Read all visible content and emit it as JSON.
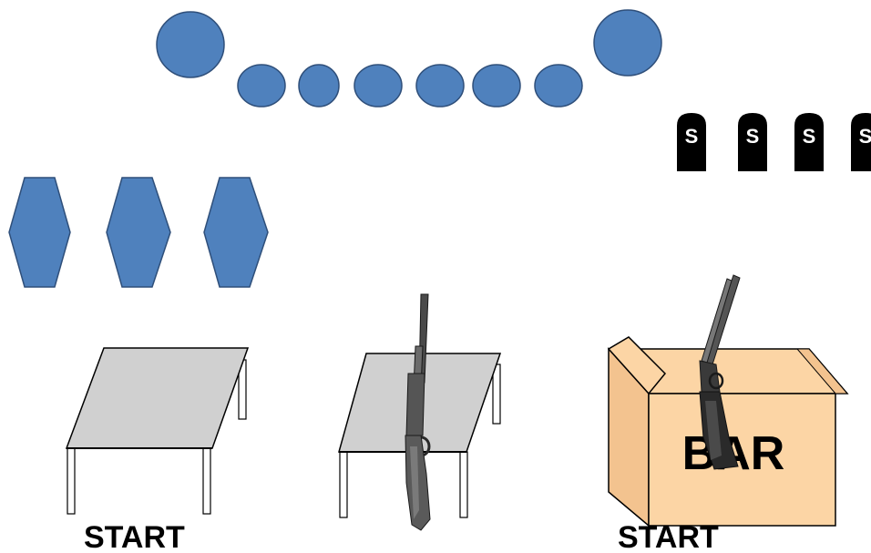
{
  "diagram": {
    "colors": {
      "target_fill": "#4f81bd",
      "target_stroke": "#2f4f7a",
      "table_top": "#d0d0d0",
      "box_fill": "#fcd5a5",
      "box_stroke": "#000000",
      "stake_fill": "#000000",
      "stake_text": "#ffffff"
    },
    "plate_targets": {
      "count": 8,
      "icon": "round-steel-plate"
    },
    "plate_rack": {
      "count": 6,
      "icon": "small-round-plate"
    },
    "shotgun_knockdowns": {
      "count": 4,
      "label": "S",
      "icon": "shotgun-knockdown"
    },
    "pistol_targets": {
      "count": 3,
      "icon": "hexagon-target"
    },
    "props": {
      "table_left": "table",
      "table_rifle": "table-with-rifle",
      "box": {
        "icon": "box-with-shotgun",
        "text": "BAR"
      }
    },
    "start_labels": {
      "left": "START",
      "right": "START"
    }
  }
}
